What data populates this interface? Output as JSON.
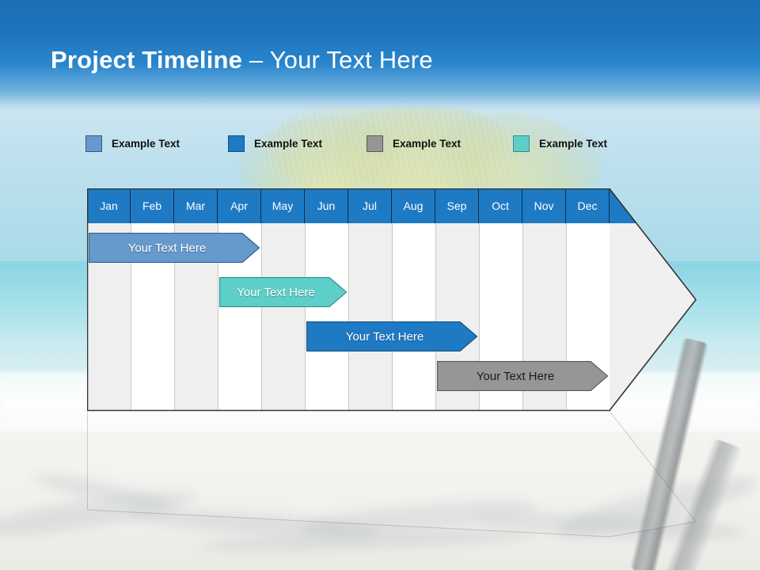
{
  "slide": {
    "title_strong": "Project Timeline",
    "title_dash": " – ",
    "title_rest": "Your Text Here"
  },
  "legend": {
    "items": [
      {
        "label": "Example Text",
        "color": "#6699cc",
        "border": "#3c5a7a",
        "name": "legend-swatch-steel-blue"
      },
      {
        "label": "Example Text",
        "color": "#1f7ac4",
        "border": "#14537f",
        "name": "legend-swatch-blue"
      },
      {
        "label": "Example Text",
        "color": "#969696",
        "border": "#5a5a5a",
        "name": "legend-swatch-gray"
      },
      {
        "label": "Example Text",
        "color": "#5ecfc8",
        "border": "#2f8f8a",
        "name": "legend-swatch-turquoise"
      }
    ]
  },
  "timeline": {
    "months": [
      "Jan",
      "Feb",
      "Mar",
      "Apr",
      "May",
      "Jun",
      "Jul",
      "Aug",
      "Sep",
      "Oct",
      "Nov",
      "Dec"
    ],
    "header_fill": "#1f7ac4",
    "header_text_color": "#ffffff",
    "body_fill": "#f0f0f0",
    "column_shaded": "#efefef",
    "column_plain": "#ffffff",
    "outline_color": "#333333",
    "bars": [
      {
        "label": "Your  Text Here",
        "color": "#6699cc",
        "border": "#3c6288",
        "text_style": "light",
        "start_month": "Jan",
        "end_month": "Apr",
        "row": 1
      },
      {
        "label": "Your  Text Here",
        "color": "#5ecfc8",
        "border": "#2f8f8a",
        "text_style": "light",
        "start_month": "Apr",
        "end_month": "Jun",
        "row": 2
      },
      {
        "label": "Your  Text Here",
        "color": "#1f7ac4",
        "border": "#14537f",
        "text_style": "light",
        "start_month": "Jun",
        "end_month": "Sep",
        "row": 3
      },
      {
        "label": "Your  Text Here",
        "color": "#969696",
        "border": "#5a5a5a",
        "text_style": "dark",
        "start_month": "Sep",
        "end_month": "Dec",
        "row": 4
      }
    ]
  }
}
